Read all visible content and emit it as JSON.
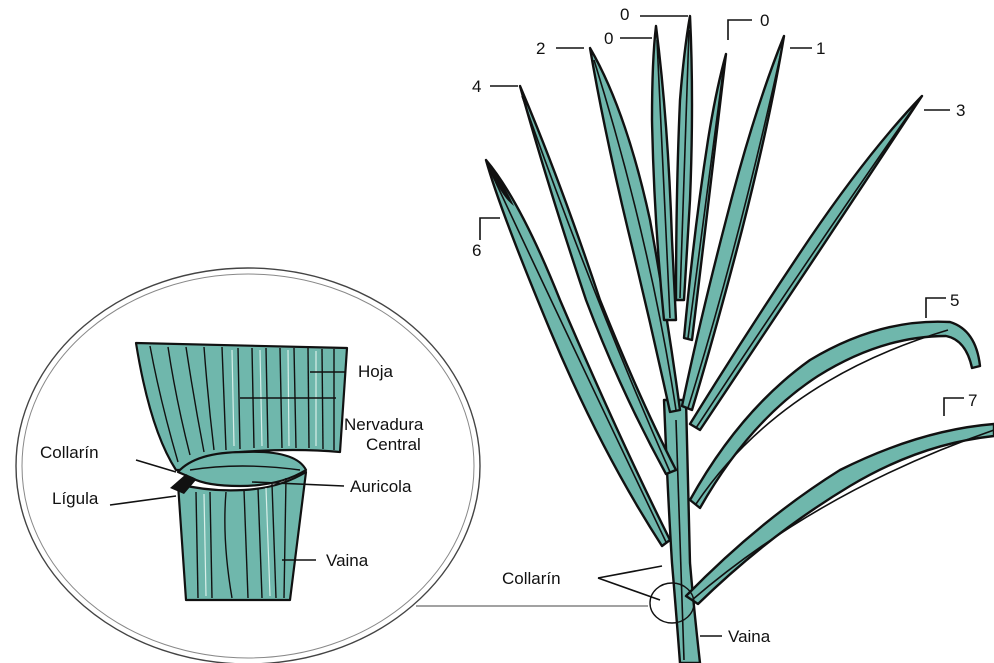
{
  "figure": {
    "leaf_numbers": [
      "0",
      "0",
      "0",
      "1",
      "2",
      "3",
      "4",
      "5",
      "6",
      "7"
    ],
    "inset_labels": {
      "hoja": "Hoja",
      "nervadura_1": "Nervadura",
      "nervadura_2": "Central",
      "collarin": "Collarín",
      "ligula": "Lígula",
      "auricola": "Auricola",
      "vaina": "Vaina"
    },
    "stem_labels": {
      "collarin": "Collarín",
      "vaina": "Vaina"
    },
    "colors": {
      "leaf_fill": "#6fb7ac",
      "outline": "#111111",
      "background": "#ffffff"
    }
  }
}
